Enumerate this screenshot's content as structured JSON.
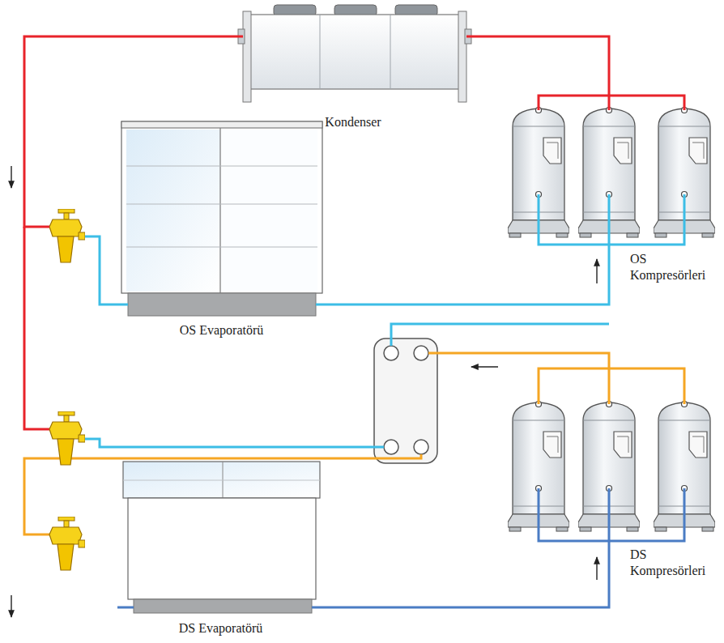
{
  "diagram": {
    "nodes": [
      {
        "text": [
          "Kondenser"
        ]
      },
      {
        "text": [
          "OS Evaporatörü"
        ]
      },
      {
        "text": [
          "OS Kompresörleri"
        ]
      },
      {
        "text": [
          "DS Kompresörleri"
        ]
      },
      {
        "text": [
          "DS Evaporatörü"
        ]
      }
    ],
    "edges": [
      {
        "from": 2,
        "to": 0,
        "arrow": "none"
      },
      {
        "from": 0,
        "to": 1,
        "arrow": "none"
      },
      {
        "from": 1,
        "to": 2,
        "arrow": "none"
      },
      {
        "from": 4,
        "to": 3,
        "arrow": "none"
      }
    ]
  }
}
